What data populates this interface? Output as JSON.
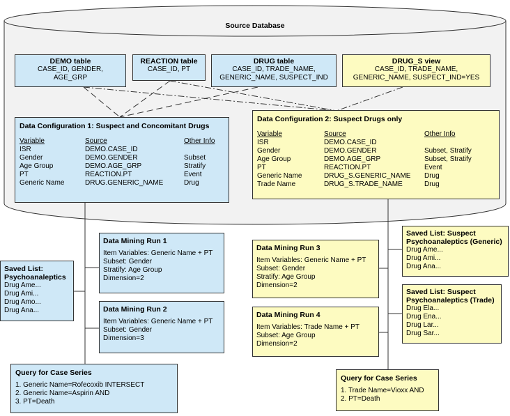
{
  "source_database": {
    "title": "Source Database"
  },
  "tables": [
    {
      "name": "DEMO table",
      "fields": [
        "CASE_ID, GENDER,",
        "AGE_GRP"
      ]
    },
    {
      "name": "REACTION table",
      "fields": [
        "CASE_ID, PT"
      ]
    },
    {
      "name": "DRUG table",
      "fields": [
        "CASE_ID, TRADE_NAME,",
        "GENERIC_NAME, SUSPECT_IND"
      ]
    },
    {
      "name": "DRUG_S view",
      "fields": [
        "CASE_ID, TRADE_NAME,",
        "GENERIC_NAME, SUSPECT_IND=YES"
      ]
    }
  ],
  "config1": {
    "title": "Data Configuration 1: Suspect and Concomitant Drugs",
    "headers": [
      "Variable",
      "Source",
      "Other Info"
    ],
    "rows": [
      [
        "ISR",
        "DEMO.CASE_ID",
        ""
      ],
      [
        "Gender",
        "DEMO.GENDER",
        "Subset"
      ],
      [
        "Age Group",
        "DEMO.AGE_GRP",
        "Stratify"
      ],
      [
        "PT",
        "REACTION.PT",
        "Event"
      ],
      [
        "Generic Name",
        "DRUG.GENERIC_NAME",
        "Drug"
      ]
    ]
  },
  "config2": {
    "title": "Data Configuration 2: Suspect Drugs only",
    "headers": [
      "Variable",
      "Source",
      "Other Info"
    ],
    "rows": [
      [
        "ISR",
        "DEMO.CASE_ID",
        ""
      ],
      [
        "Gender",
        "DEMO.GENDER",
        "Subset, Stratify"
      ],
      [
        "Age Group",
        "DEMO.AGE_GRP",
        "Subset, Stratify"
      ],
      [
        "PT",
        "REACTION.PT",
        "Event"
      ],
      [
        "Generic Name",
        "DRUG_S.GENERIC_NAME",
        "Drug"
      ],
      [
        "Trade Name",
        "DRUG_S.TRADE_NAME",
        "Drug"
      ]
    ]
  },
  "runs": {
    "run1": {
      "title": "Data Mining Run 1",
      "lines": [
        "Item Variables: Generic Name + PT",
        "Subset: Gender",
        "Stratify: Age Group",
        "Dimension=2"
      ]
    },
    "run2": {
      "title": "Data Mining Run 2",
      "lines": [
        "Item Variables: Generic Name + PT",
        "Subset: Gender",
        "Dimension=3"
      ]
    },
    "run3": {
      "title": "Data Mining Run 3",
      "lines": [
        "Item Variables: Generic Name + PT",
        "Subset: Gender",
        "Stratify: Age Group",
        "Dimension=2"
      ]
    },
    "run4": {
      "title": "Data Mining Run 4",
      "lines": [
        "Item Variables: Trade Name + PT",
        "Subset: Age Group",
        "Dimension=2"
      ]
    }
  },
  "saved_lists": {
    "psycho": {
      "title": [
        "Saved List:",
        "Psychoanaleptics"
      ],
      "items": [
        "Drug Ame...",
        "Drug Ami...",
        "Drug Amo...",
        "Drug Ana..."
      ]
    },
    "generic": {
      "title": [
        "Saved List: Suspect",
        "Psychoanaleptics (Generic)"
      ],
      "items": [
        "Drug Ame...",
        "Drug Ami...",
        "Drug Ana..."
      ]
    },
    "trade": {
      "title": [
        "Saved List: Suspect",
        "Psychoanaleptics (Trade)"
      ],
      "items": [
        "Drug Ela...",
        "Drug Ena...",
        "Drug Lar...",
        "Drug Sar..."
      ]
    }
  },
  "queries": {
    "q1": {
      "title": "Query for Case Series",
      "items": [
        "1. Generic Name=Rofecoxib INTERSECT",
        "2. Generic Name=Aspirin AND",
        "3. PT=Death"
      ]
    },
    "q2": {
      "title": "Query for Case Series",
      "items": [
        "1. Trade Name=Vioxx AND",
        "2. PT=Death"
      ]
    }
  },
  "colors": {
    "blue": "#cfe8f7",
    "yellow": "#fdfbc1",
    "cylinder": "#f2f2f2",
    "stroke": "#333333"
  }
}
